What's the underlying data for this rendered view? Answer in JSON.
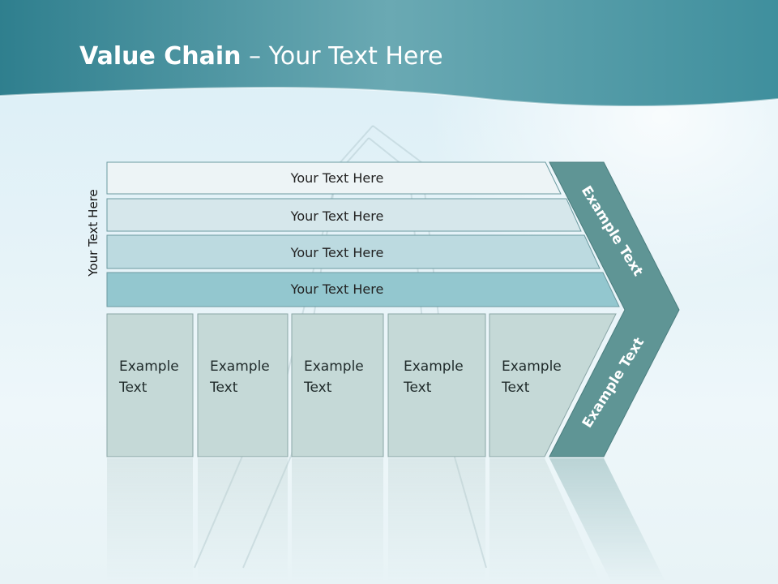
{
  "slide": {
    "title_bold": "Value Chain",
    "title_rest": " – Your Text Here",
    "side_label": "Your Text Here",
    "rows": [
      "Your Text Here",
      "Your Text Here",
      "Your Text Here",
      "Your Text Here"
    ],
    "columns": [
      {
        "line1": "Example",
        "line2": "Text"
      },
      {
        "line1": "Example",
        "line2": "Text"
      },
      {
        "line1": "Example",
        "line2": "Text"
      },
      {
        "line1": "Example",
        "line2": "Text"
      },
      {
        "line1": "Example",
        "line2": "Text"
      }
    ],
    "chevron_top": "Example Text",
    "chevron_bottom": "Example Text"
  },
  "colors": {
    "header": "#4e9aa6",
    "row_fills": [
      "#edf4f6",
      "#d6e7eb",
      "#bcdae0",
      "#93c7cf"
    ],
    "cell_fill": "#c5d9d7",
    "chevron": "#5f9595"
  }
}
